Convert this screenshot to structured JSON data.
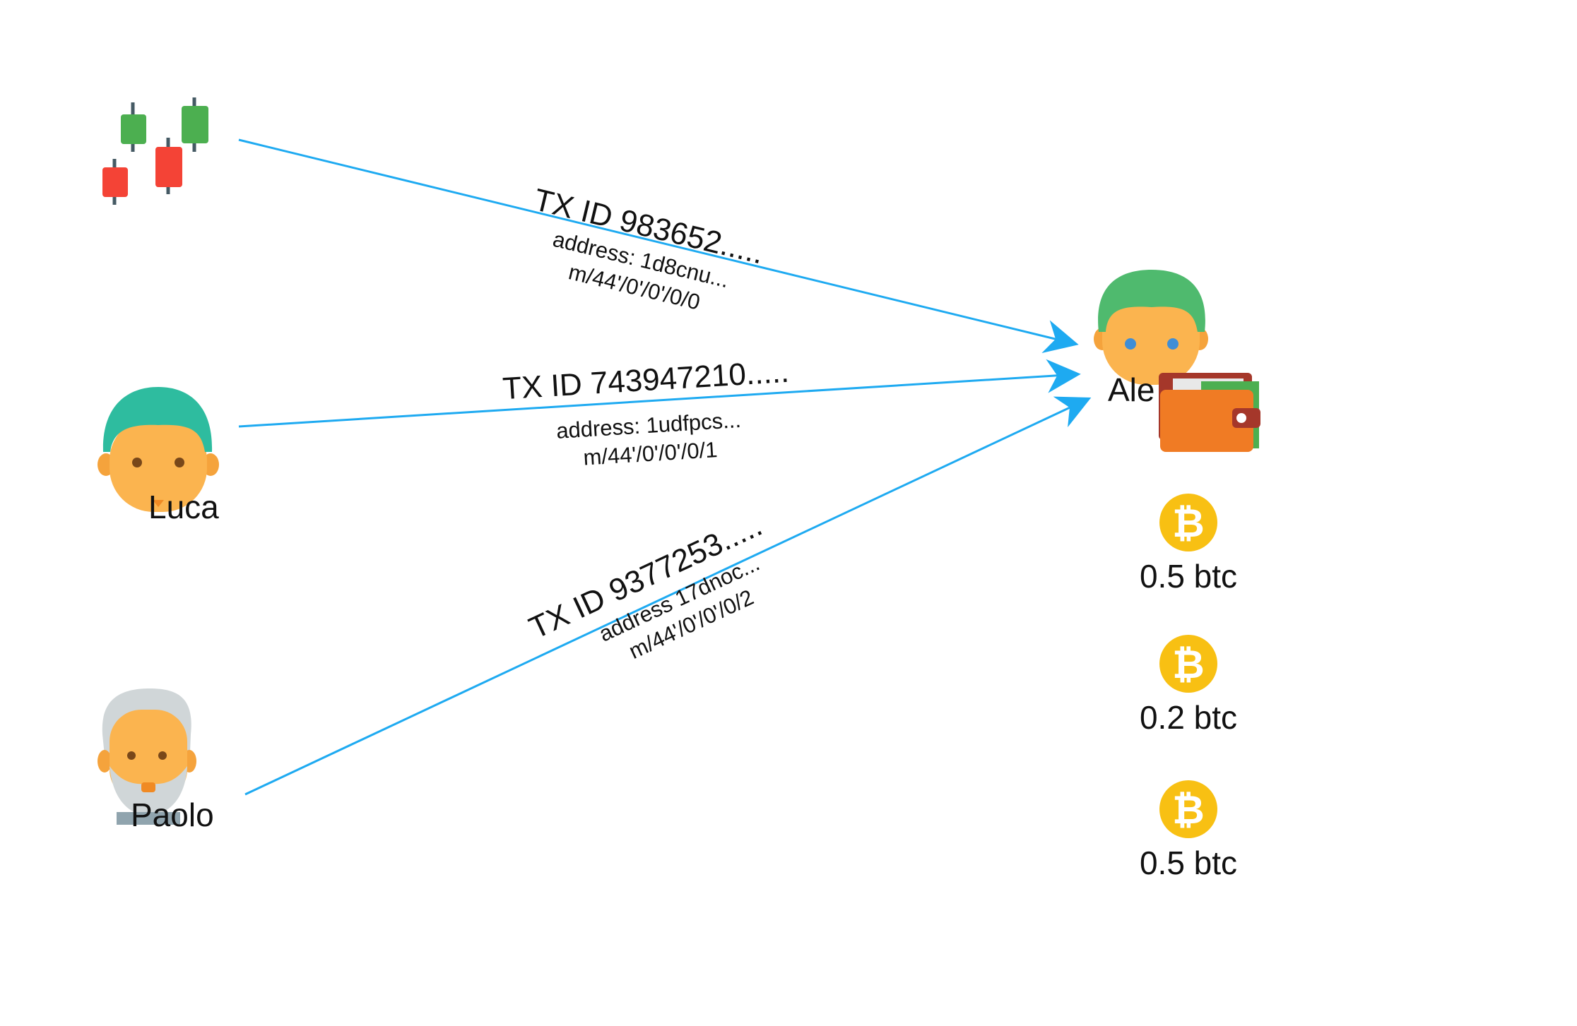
{
  "senders": [
    {
      "id": "exchange",
      "name": "",
      "icon": "candlestick-chart-icon"
    },
    {
      "id": "luca",
      "name": "Luca",
      "icon": "man-teal-hair-avatar-icon"
    },
    {
      "id": "paolo",
      "name": "Paolo",
      "icon": "old-man-grey-hair-avatar-icon"
    }
  ],
  "transactions": [
    {
      "tx_id": "TX ID 983652.....",
      "address": "address: 1d8cnu...",
      "path": "m/44'/0'/0'/0/0"
    },
    {
      "tx_id": "TX ID 743947210.....",
      "address": "address: 1udfpcs...",
      "path": "m/44'/0'/0'/0/1"
    },
    {
      "tx_id": "TX ID 9377253.....",
      "address": "address 17dnoc...",
      "path": "m/44'/0'/0'/0/2"
    }
  ],
  "receiver": {
    "name": "Ale",
    "avatar_icon": "man-green-hair-avatar-icon",
    "wallet_icon": "wallet-icon"
  },
  "utxos": [
    {
      "amount": "0.5 btc",
      "icon": "bitcoin-icon"
    },
    {
      "amount": "0.2 btc",
      "icon": "bitcoin-icon"
    },
    {
      "amount": "0.5 btc",
      "icon": "bitcoin-icon"
    }
  ],
  "colors": {
    "arrow": "#1eaaf1",
    "candle_green": "#4caf50",
    "candle_red": "#f44336",
    "skin": "#fbb44f",
    "teal_hair": "#2ebc9f",
    "green_hair": "#4fba6e",
    "grey_hair": "#d0d6d8",
    "wallet_orange": "#f07b24",
    "wallet_top": "#a5372a",
    "bitcoin_gold": "#f8c013"
  }
}
